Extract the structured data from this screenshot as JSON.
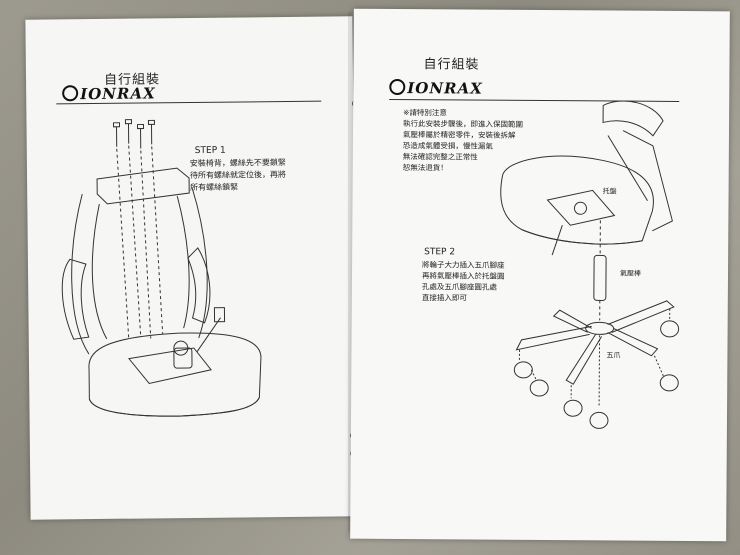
{
  "left_page": {
    "header_title": "自行組裝",
    "logo_text": "IONRAX",
    "step1_title": "STEP 1",
    "step1_lines": [
      "安裝椅背，螺絲先不要鎖緊",
      "待所有螺絲就定位後，再將",
      "所有螺絲鎖緊"
    ]
  },
  "right_page": {
    "header_title": "自行組裝",
    "logo_text": "IONRAX",
    "notice_lines": [
      "※請特別注意",
      "執行此安裝步驟後，即進入保固範圍",
      "氣壓棒屬於精密零件，安裝後拆解",
      "恐造成氣體受損，慢性漏氣",
      "無法確認完整之正常性",
      "恕無法退貨！"
    ],
    "label_tray": "托盤",
    "label_gas": "氣壓棒",
    "label_base": "五爪",
    "step2_title": "STEP 2",
    "step2_lines": [
      "將輪子大力插入五爪腳座",
      "再將氣壓棒插入於托盤圓",
      "孔處及五爪腳座圓孔處",
      "直接插入即可"
    ]
  }
}
